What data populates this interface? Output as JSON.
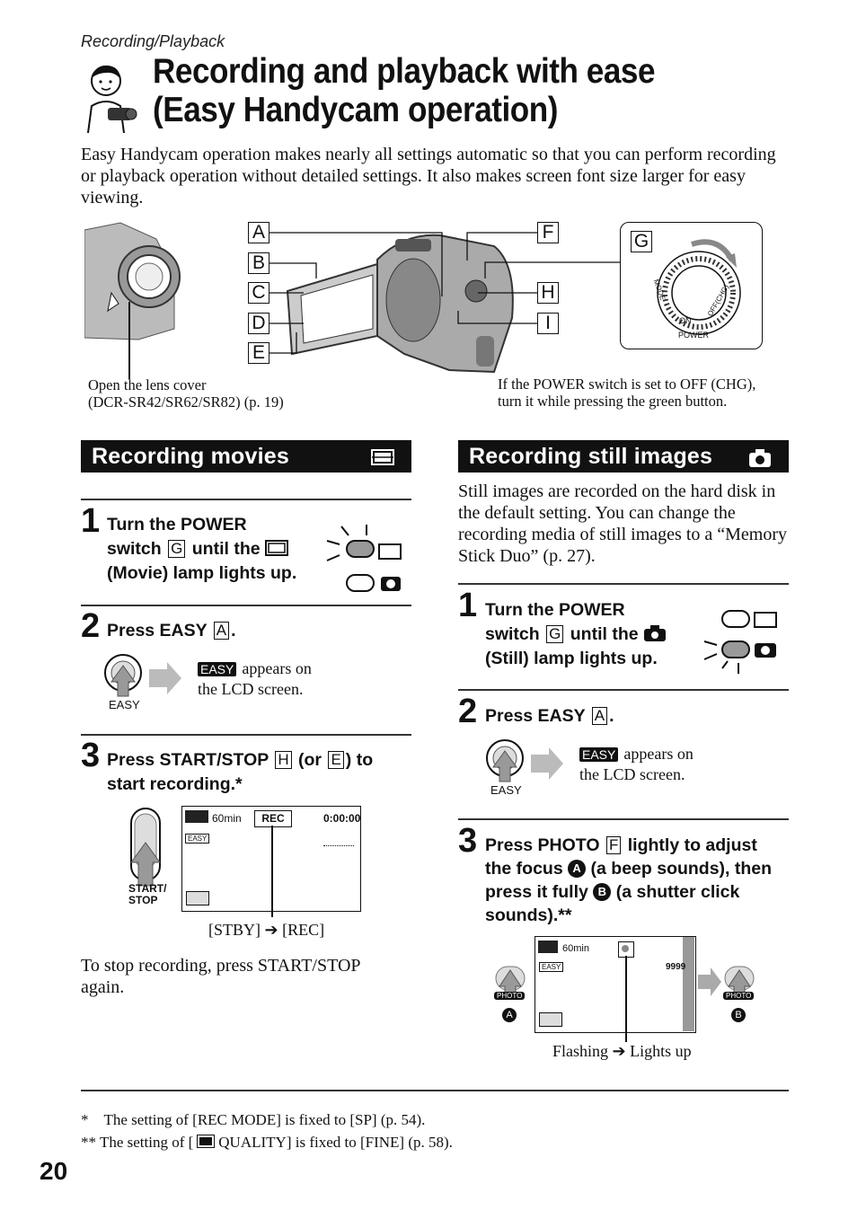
{
  "header": {
    "section_label": "Recording/Playback",
    "title_line1": "Recording and playback with ease",
    "title_line2": "(Easy Handycam operation)"
  },
  "intro": "Easy Handycam operation makes nearly all settings automatic so that you can perform recording or playback operation without detailed settings. It also makes screen font size larger for easy viewing.",
  "figure": {
    "labels": [
      "A",
      "B",
      "C",
      "D",
      "E",
      "F",
      "G",
      "H",
      "I"
    ],
    "caption_left_line1": "Open the lens cover",
    "caption_left_line2": "(DCR-SR42/SR62/SR82) (p. 19)",
    "caption_right_line1": "If the POWER switch is set to OFF (CHG),",
    "caption_right_line2": "turn it while pressing the green button.",
    "dial_mode": "MODE",
    "dial_on": "ON",
    "dial_off": "OFF(CHG)",
    "dial_power": "POWER"
  },
  "movies": {
    "banner": "Recording movies",
    "step1_num": "1",
    "step1_a": "Turn the POWER",
    "step1_b": "switch",
    "step1_box": "G",
    "step1_c": "until the",
    "step1_d": "(Movie) lamp lights up.",
    "step2_num": "2",
    "step2_text": "Press EASY",
    "step2_box": "A",
    "easy_btn": "EASY",
    "easy_tag": "EASY",
    "appears_1": "appears on",
    "appears_2": "the LCD screen.",
    "step3_num": "3",
    "step3_a": "Press START/STOP",
    "step3_box1": "H",
    "step3_b": "(or",
    "step3_box2": "E",
    "step3_c": ") to",
    "step3_d": "start recording.*",
    "startstop_1": "START/",
    "startstop_2": "STOP",
    "lcd_time": "60min",
    "lcd_rec": "REC",
    "lcd_counter": "0:00:00",
    "lcd_easy": "EASY",
    "stby_rec": "[STBY] ➔ [REC]",
    "stop_text": "To stop recording, press START/STOP again."
  },
  "still": {
    "banner": "Recording still images",
    "intro": "Still images are recorded on the hard disk in the default setting. You can change the recording media of still images to a “Memory Stick Duo” (p. 27).",
    "step1_num": "1",
    "step1_a": "Turn the POWER",
    "step1_b": "switch",
    "step1_box": "G",
    "step1_c": "until the",
    "step1_d": "(Still) lamp lights up.",
    "step2_num": "2",
    "step2_text": "Press EASY",
    "step2_box": "A",
    "easy_btn": "EASY",
    "easy_tag": "EASY",
    "appears_1": "appears on",
    "appears_2": "the LCD screen.",
    "step3_num": "3",
    "step3_a": "Press PHOTO",
    "step3_box": "F",
    "step3_b": "lightly to adjust",
    "step3_c": "the focus",
    "circle_a": "A",
    "step3_d": "(a beep sounds), then",
    "step3_e": "press it fully",
    "circle_b": "B",
    "step3_f": "(a shutter click",
    "step3_g": "sounds).**",
    "photo_btn": "PHOTO",
    "lcd_time": "60min",
    "lcd_count": "9999",
    "lcd_easy": "EASY",
    "flashing": "Flashing ➔ Lights up"
  },
  "footnotes": {
    "f1": "* The setting of [REC MODE] is fixed to [SP] (p. 54).",
    "f2a": "** The setting of [",
    "f2b": "QUALITY] is fixed to [FINE] (p. 58)."
  },
  "page_number": "20"
}
